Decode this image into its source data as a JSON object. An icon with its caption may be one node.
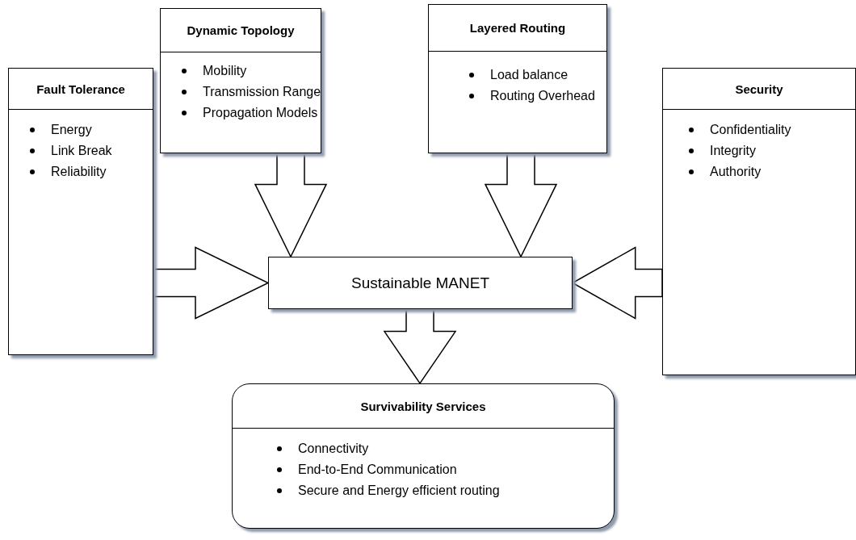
{
  "diagram": {
    "nodes": [
      {
        "text": [
          "Dynamic Topology",
          "Mobility",
          "Transmission Range",
          "Propagation Models"
        ]
      },
      {
        "text": [
          "Layered Routing",
          "Load balance",
          "Routing Overhead"
        ]
      },
      {
        "text": [
          "Fault Tolerance",
          "Energy",
          "Link Break",
          "Reliability"
        ]
      },
      {
        "text": [
          "Sustainable MANET"
        ]
      },
      {
        "text": [
          "Security",
          "Confidentiality",
          "Integrity",
          "Authority"
        ]
      },
      {
        "text": [
          "Survivability Services",
          "Connectivity",
          "End-to-End Communication",
          "Secure and Energy efficient routing"
        ]
      }
    ],
    "edges": [
      {
        "from": 0,
        "to": 3,
        "arrow": "to",
        "style": "thick"
      },
      {
        "from": 1,
        "to": 3,
        "arrow": "to",
        "style": "thick"
      },
      {
        "from": 2,
        "to": 3,
        "arrow": "to",
        "style": "thick"
      },
      {
        "from": 4,
        "to": 3,
        "arrow": "to",
        "style": "thick"
      },
      {
        "from": 3,
        "to": 5,
        "arrow": "to",
        "style": "thick"
      }
    ]
  }
}
